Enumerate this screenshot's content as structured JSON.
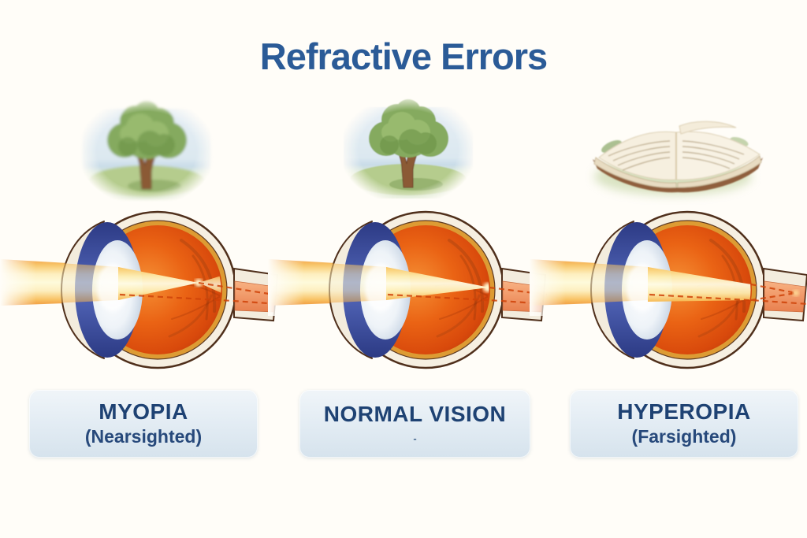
{
  "title": "Refractive Errors",
  "panels": [
    {
      "label": "MYOPIA",
      "sublabel": "(Nearsighted)",
      "object": "blurry tree (distant object seen blurry)",
      "focus": "light focuses in front of retina"
    },
    {
      "label": "NORMAL VISION",
      "sublabel": "-",
      "object": "sharp tree (distant object seen clearly)",
      "focus": "light focuses on retina"
    },
    {
      "label": "HYPEROPIA",
      "sublabel": "(Farsighted)",
      "object": "blurry open book (near object seen blurry)",
      "focus": "light focuses behind retina"
    }
  ],
  "colors": {
    "title_text": "#2b5b97",
    "card_text": "#1e4273",
    "card_bg": "#e4edf4",
    "eye_interior_orange": "#e5590f",
    "eye_rim_gold": "#dd9b33",
    "sclera_cream": "#f6efe1",
    "outline_brown": "#4f2f1b",
    "iris_blue": "#4156a8",
    "beam_yellow": "#fdf3cd",
    "beam_edge_orange": "#f29e3e",
    "optic_nerve_salmon": "#ee8f63",
    "dashed_ray_red": "#cf4208"
  }
}
